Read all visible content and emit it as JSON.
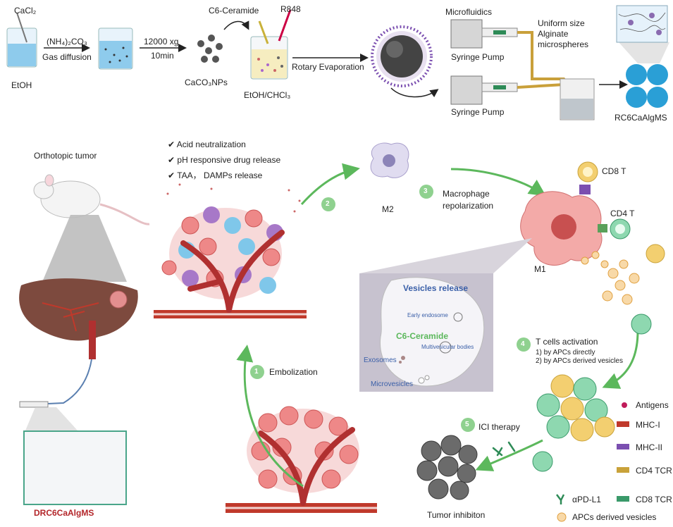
{
  "synthesis": {
    "cacl2": "CaCl₂",
    "etoh": "EtOH",
    "nh4co3": "(NH₄)₂CO₃",
    "gas_diffusion": "Gas diffusion",
    "centrifuge": "12000 xg",
    "time": "10min",
    "caco3": "CaCO₃NPs",
    "c6_ceramide": "C6-Ceramide",
    "r848": "R848",
    "solvent": "EtOH/CHCl₃",
    "rotary": "Rotary Evaporation",
    "microfluidics": "Microfluidics",
    "syringe_pump_1": "Syringe Pump",
    "syringe_pump_2": "Syringe Pump",
    "uniform_1": "Uniform size",
    "uniform_2": "Alginate",
    "uniform_3": "microspheres",
    "product": "RC6CaAlgMS"
  },
  "tumor": {
    "orthotopic": "Orthotopic tumor",
    "effects": [
      "Acid neutralization",
      "pH responsive drug release",
      "TAA， DAMPs release"
    ],
    "checkmark": "✔",
    "dr_label": "DRC6CaAlgMS"
  },
  "steps": {
    "s1_num": "1",
    "s1_label": "Embolization",
    "s2_num": "2",
    "s3_num": "3",
    "s3_label_1": "Macrophage",
    "s3_label_2": "repolarization",
    "s4_num": "4",
    "s4_label": "T cells activation",
    "s4_sub_1": "1) by APCs directly",
    "s4_sub_2": "2) by APCs derived vesicles",
    "s5_num": "5",
    "s5_label": "ICI therapy"
  },
  "cells": {
    "m2": "M2",
    "m1": "M1",
    "cd8t": "CD8 T",
    "cd4t": "CD4 T",
    "tumor_inhibition": "Tumor inhibiton"
  },
  "vesicles": {
    "title": "Vesicles release",
    "early": "Early endosome",
    "ceramide": "C6-Ceramide",
    "mvb": "Multivesicular bodies",
    "exosomes": "Exosomes",
    "microvesicles": "Microvesicles"
  },
  "legend": {
    "antigens": "Antigens",
    "mhc1": "MHC-I",
    "mhc2": "MHC-II",
    "cd4tcr": "CD4 TCR",
    "cd8tcr": "CD8 TCR",
    "apd_l1": "αPD-L1",
    "apc_vesicles": "APCs derived vesicles"
  },
  "colors": {
    "green": "#5cb85c",
    "red_label": "#b3262a",
    "blue_text": "#3a5fa8"
  }
}
